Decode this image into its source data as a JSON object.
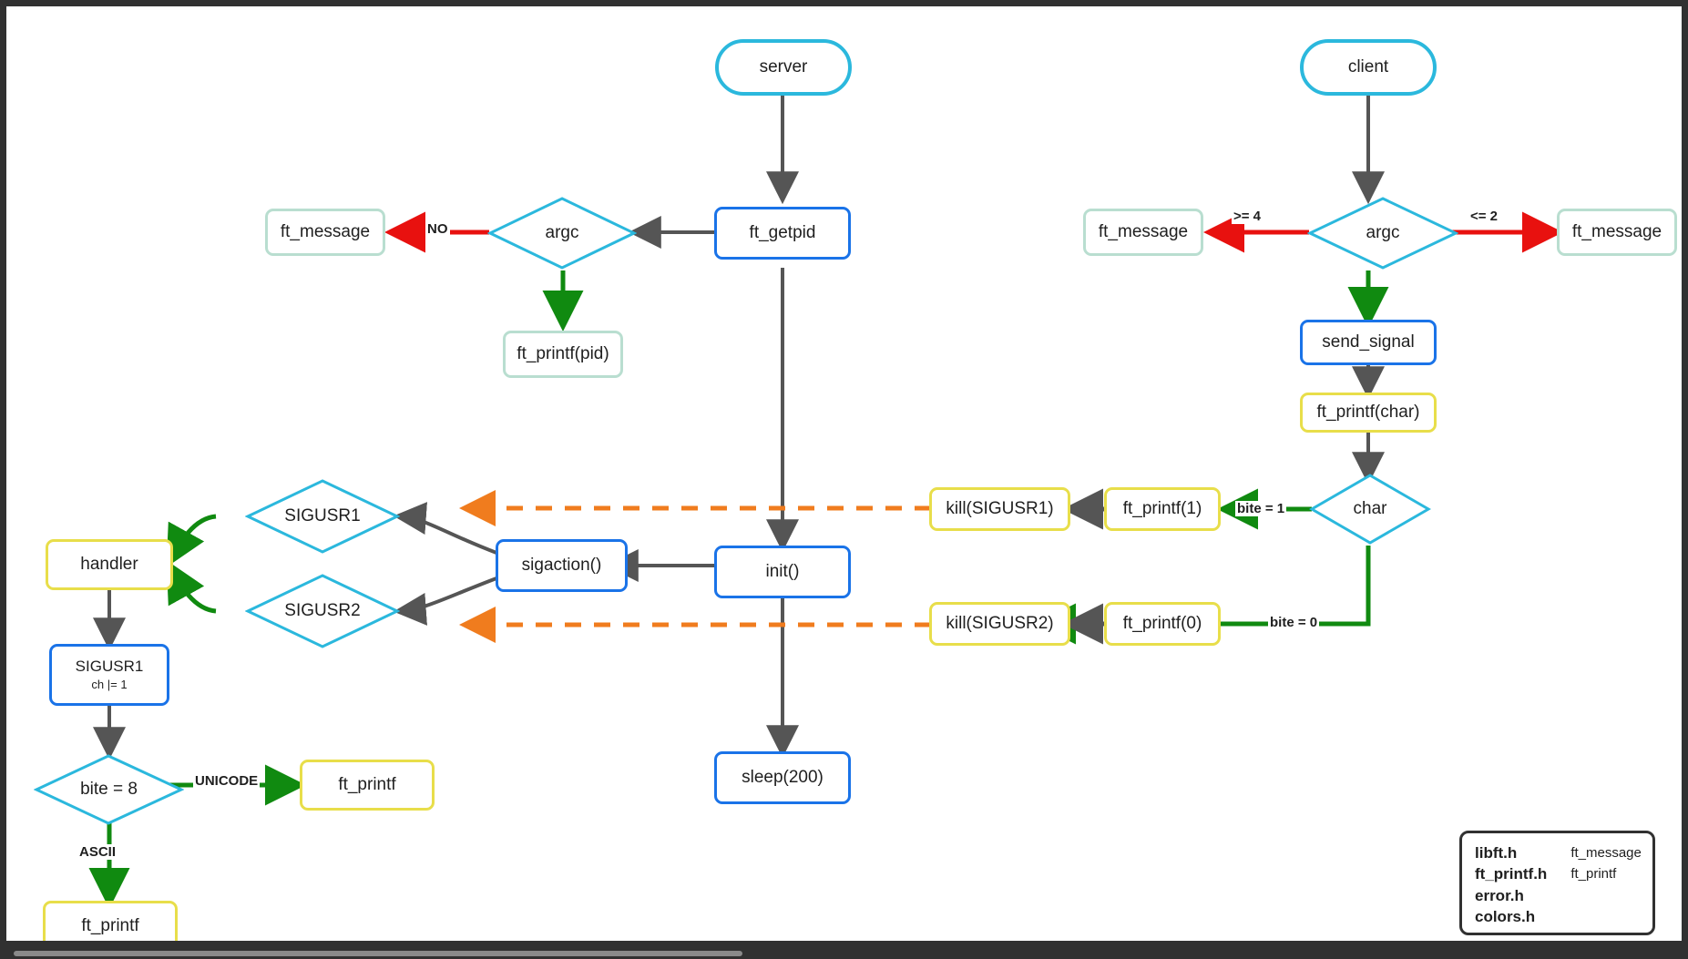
{
  "diagram": {
    "title": "minitalk server/client signal flow",
    "colors": {
      "blue": "#1a73e8",
      "cyan": "#2bb8dd",
      "yellow": "#e8de4a",
      "mint": "#b9ded0",
      "green": "#108a10",
      "red": "#e8110f",
      "orange": "#f07c1e",
      "gray": "#555555",
      "frame": "#313131"
    },
    "nodes": {
      "server": "server",
      "client": "client",
      "ft_getpid": "ft_getpid",
      "argc_server": "argc",
      "ft_message_server": "ft_message",
      "ft_printf_pid": "ft_printf(pid)",
      "argc_client": "argc",
      "ft_message_client_left": "ft_message",
      "ft_message_client_right": "ft_message",
      "send_signal": "send_signal",
      "ft_printf_char": "ft_printf(char)",
      "char_diamond": "char",
      "ft_printf_1": "ft_printf(1)",
      "ft_printf_0": "ft_printf(0)",
      "kill_sigusr1": "kill(SIGUSR1)",
      "kill_sigusr2": "kill(SIGUSR2)",
      "init": "init()",
      "sigaction": "sigaction()",
      "sleep": "sleep(200)",
      "sigusr1_diamond": "SIGUSR1",
      "sigusr2_diamond": "SIGUSR2",
      "handler": "handler",
      "sigusr1_box_main": "SIGUSR1",
      "sigusr1_box_sub": "ch |= 1",
      "bite8_diamond": "bite = 8",
      "ft_printf_unicode": "ft_printf",
      "ft_printf_ascii": "ft_printf"
    },
    "edge_labels": {
      "no": "NO",
      "ge4": ">= 4",
      "le2": "<= 2",
      "bite1": "bite = 1",
      "bite0": "bite = 0",
      "unicode": "UNICODE",
      "ascii": "ASCII"
    },
    "legend": {
      "headers": [
        "libft.h",
        "ft_printf.h",
        "error.h",
        "colors.h"
      ],
      "functions": [
        "ft_message",
        "ft_printf"
      ]
    }
  }
}
